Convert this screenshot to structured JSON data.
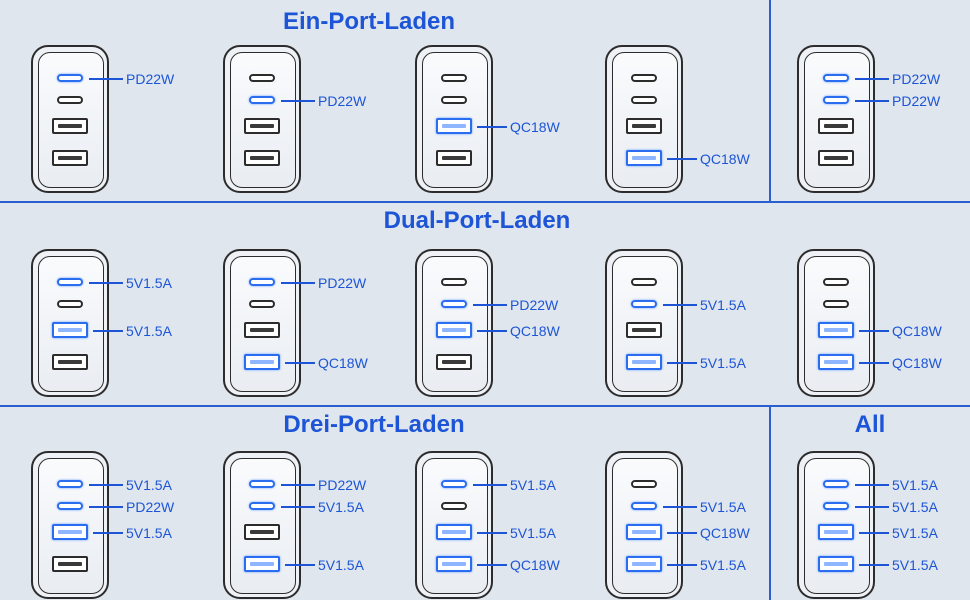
{
  "sections": {
    "ein": "Ein-Port-Laden",
    "dual": "Dual-Port-Laden",
    "drei": "Drei-Port-Laden",
    "all": "All"
  },
  "rows": [
    [
      {
        "ports": [
          {
            "a": 1,
            "l": "PD22W"
          },
          {
            "a": 0,
            "l": ""
          },
          {
            "a": 0,
            "l": ""
          },
          {
            "a": 0,
            "l": ""
          }
        ]
      },
      {
        "ports": [
          {
            "a": 0,
            "l": ""
          },
          {
            "a": 1,
            "l": "PD22W"
          },
          {
            "a": 0,
            "l": ""
          },
          {
            "a": 0,
            "l": ""
          }
        ]
      },
      {
        "ports": [
          {
            "a": 0,
            "l": ""
          },
          {
            "a": 0,
            "l": ""
          },
          {
            "a": 1,
            "l": "QC18W"
          },
          {
            "a": 0,
            "l": ""
          }
        ]
      },
      {
        "ports": [
          {
            "a": 0,
            "l": ""
          },
          {
            "a": 0,
            "l": ""
          },
          {
            "a": 0,
            "l": ""
          },
          {
            "a": 1,
            "l": "QC18W"
          }
        ]
      },
      {
        "ports": [
          {
            "a": 1,
            "l": "PD22W"
          },
          {
            "a": 1,
            "l": "PD22W"
          },
          {
            "a": 0,
            "l": ""
          },
          {
            "a": 0,
            "l": ""
          }
        ]
      }
    ],
    [
      {
        "ports": [
          {
            "a": 1,
            "l": "5V1.5A"
          },
          {
            "a": 0,
            "l": ""
          },
          {
            "a": 1,
            "l": "5V1.5A"
          },
          {
            "a": 0,
            "l": ""
          }
        ]
      },
      {
        "ports": [
          {
            "a": 1,
            "l": "PD22W"
          },
          {
            "a": 0,
            "l": ""
          },
          {
            "a": 0,
            "l": ""
          },
          {
            "a": 1,
            "l": "QC18W"
          }
        ]
      },
      {
        "ports": [
          {
            "a": 0,
            "l": ""
          },
          {
            "a": 1,
            "l": "PD22W"
          },
          {
            "a": 1,
            "l": "QC18W"
          },
          {
            "a": 0,
            "l": ""
          }
        ]
      },
      {
        "ports": [
          {
            "a": 0,
            "l": ""
          },
          {
            "a": 1,
            "l": "5V1.5A"
          },
          {
            "a": 0,
            "l": ""
          },
          {
            "a": 1,
            "l": "5V1.5A"
          }
        ]
      },
      {
        "ports": [
          {
            "a": 0,
            "l": ""
          },
          {
            "a": 0,
            "l": ""
          },
          {
            "a": 1,
            "l": "QC18W"
          },
          {
            "a": 1,
            "l": "QC18W"
          }
        ]
      }
    ],
    [
      {
        "ports": [
          {
            "a": 1,
            "l": "5V1.5A"
          },
          {
            "a": 1,
            "l": "PD22W"
          },
          {
            "a": 1,
            "l": "5V1.5A"
          },
          {
            "a": 0,
            "l": ""
          }
        ]
      },
      {
        "ports": [
          {
            "a": 1,
            "l": "PD22W"
          },
          {
            "a": 1,
            "l": "5V1.5A"
          },
          {
            "a": 0,
            "l": ""
          },
          {
            "a": 1,
            "l": "5V1.5A"
          }
        ]
      },
      {
        "ports": [
          {
            "a": 1,
            "l": "5V1.5A"
          },
          {
            "a": 0,
            "l": ""
          },
          {
            "a": 1,
            "l": "5V1.5A"
          },
          {
            "a": 1,
            "l": "QC18W"
          }
        ]
      },
      {
        "ports": [
          {
            "a": 0,
            "l": ""
          },
          {
            "a": 1,
            "l": "5V1.5A"
          },
          {
            "a": 1,
            "l": "QC18W"
          },
          {
            "a": 1,
            "l": "5V1.5A"
          }
        ]
      },
      {
        "ports": [
          {
            "a": 1,
            "l": "5V1.5A"
          },
          {
            "a": 1,
            "l": "5V1.5A"
          },
          {
            "a": 1,
            "l": "5V1.5A"
          },
          {
            "a": 1,
            "l": "5V1.5A"
          }
        ]
      }
    ]
  ]
}
